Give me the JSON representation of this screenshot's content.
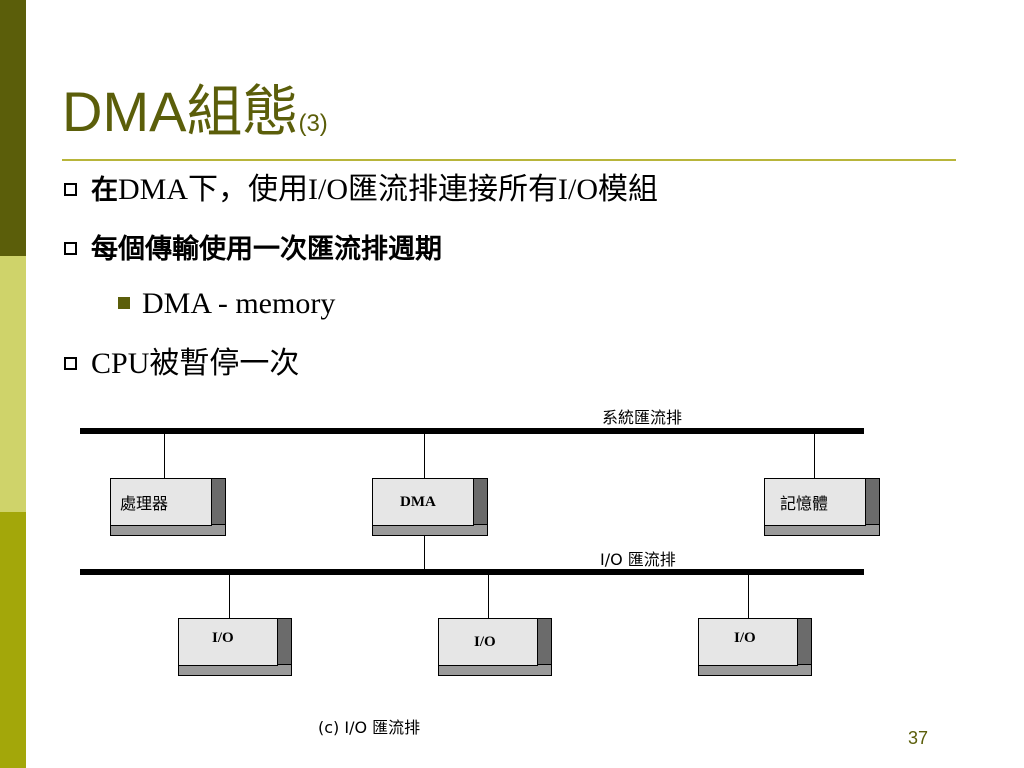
{
  "slide": {
    "title_main": "DMA組態",
    "title_sub": "(3)",
    "page_number": "37",
    "colors": {
      "accent": "#5b5e0a",
      "band_light": "#cfd36a",
      "band_mid": "#a3a70a",
      "rule": "#b8b53a"
    }
  },
  "bullets": [
    {
      "prefix": "在",
      "text": "DMA下，使用I/O匯流排連接所有I/O模組"
    },
    {
      "text": "每個傳輸使用一次匯流排週期"
    },
    {
      "text": "CPU被暫停一次"
    }
  ],
  "sub_bullets": [
    {
      "text": "DMA - memory"
    }
  ],
  "diagram": {
    "system_bus_label": "系統匯流排",
    "io_bus_label": "I/O 匯流排",
    "caption": "(c) I/O 匯流排",
    "nodes": {
      "cpu": "處理器",
      "dma": "DMA",
      "memory": "記憶體",
      "io1": "I/O",
      "io2": "I/O",
      "io3": "I/O"
    }
  }
}
